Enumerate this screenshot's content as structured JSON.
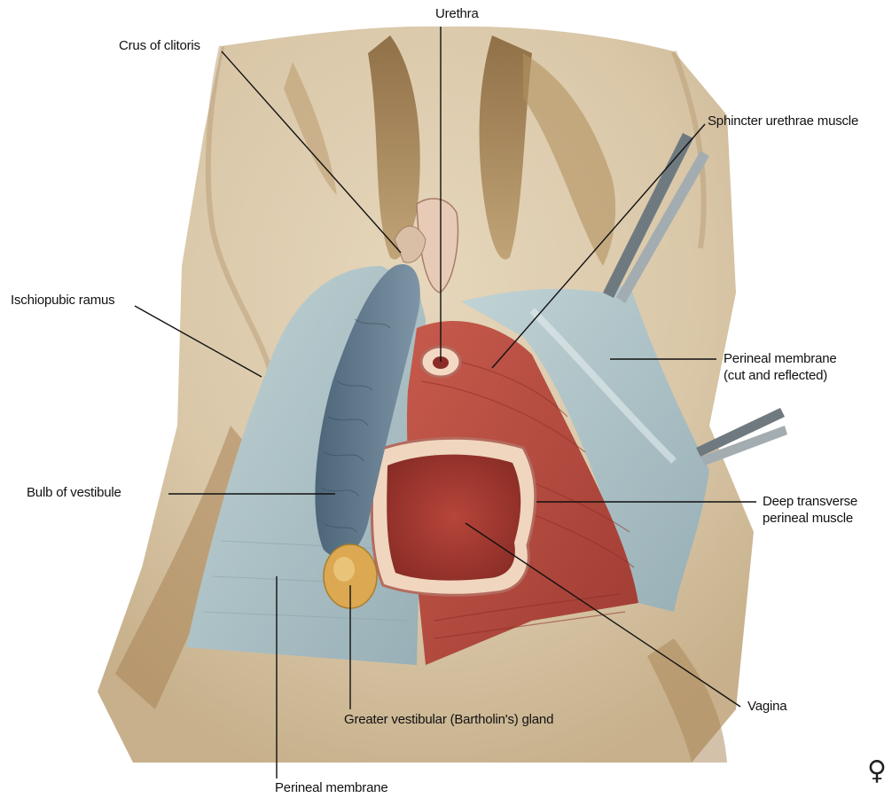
{
  "labels": {
    "urethra": "Urethra",
    "crus_of_clitoris": "Crus of clitoris",
    "sphincter_urethrae_muscle": "Sphincter urethrae muscle",
    "ischiopubic_ramus": "Ischiopubic ramus",
    "perineal_membrane_cut_line1": "Perineal membrane",
    "perineal_membrane_cut_line2": "(cut and reflected)",
    "bulb_of_vestibule": "Bulb of vestibule",
    "deep_transverse_line1": "Deep transverse",
    "deep_transverse_line2": "perineal muscle",
    "vagina": "Vagina",
    "greater_vestibular_gland": "Greater vestibular (Bartholin's) gland",
    "perineal_membrane_bottom": "Perineal membrane"
  },
  "colors": {
    "skin": "#d9c7a8",
    "skin_shadow": "#9c7a4a",
    "membrane": "#a9bfc4",
    "muscle": "#b54a40",
    "muscle_dark": "#8f2f28",
    "bulb": "#5b7386",
    "gland": "#d9a94a",
    "leader_line": "#111111"
  }
}
